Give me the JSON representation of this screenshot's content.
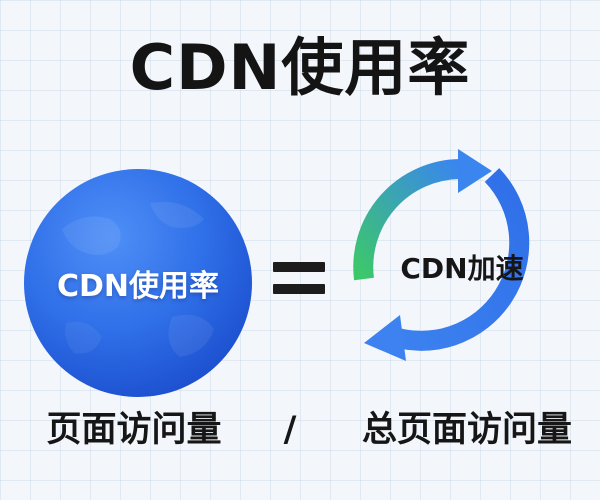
{
  "title": "CDN使用率",
  "left_term": {
    "label": "CDN使用率",
    "icon": "globe-icon",
    "color": "#2f6fe8"
  },
  "operator": "equals",
  "right_term": {
    "label": "CDN加速",
    "icon": "cycle-arrows-icon",
    "gradient": [
      "#3fd06a",
      "#2f6fe8"
    ]
  },
  "formula": {
    "numerator": "页面访问量",
    "divider": "/",
    "denominator": "总页面访问量"
  }
}
